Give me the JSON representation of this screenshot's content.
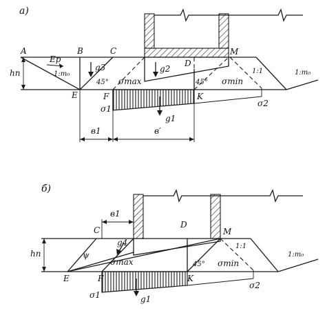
{
  "diagram_a": {
    "panel_label": "а)",
    "points": {
      "A": "A",
      "B": "B",
      "C": "C",
      "D": "D",
      "M": "M",
      "E": "E",
      "F": "F",
      "K": "K"
    },
    "earth_pressure": "Ep",
    "height": "hп",
    "slope_left": "1:m₀",
    "slope_right": "1:1",
    "slope_far": "1:m₀",
    "angle_left": "45°",
    "angle_right": "45°",
    "loads": {
      "g3": "g3",
      "g2": "g2",
      "g1": "g1"
    },
    "stresses": {
      "s_max": "σmax",
      "s_min": "σmin",
      "s1": "σ1",
      "s2": "σ2"
    },
    "dims": {
      "b1": "в1",
      "b_prime": "в′"
    }
  },
  "diagram_b": {
    "panel_label": "б)",
    "points": {
      "C": "C",
      "D": "D",
      "M": "M",
      "E": "E",
      "F": "F",
      "K": "K"
    },
    "height": "hп",
    "slope_right": "1:1",
    "slope_far": "1:m₀",
    "angle_psi": "ψ",
    "angle_right": "45°",
    "loads": {
      "g4": "g4",
      "g1": "g1"
    },
    "stresses": {
      "s_max": "σmax",
      "s_min": "σmin",
      "s1": "σ1",
      "s2": "σ2"
    },
    "dims": {
      "b1": "в1"
    }
  }
}
